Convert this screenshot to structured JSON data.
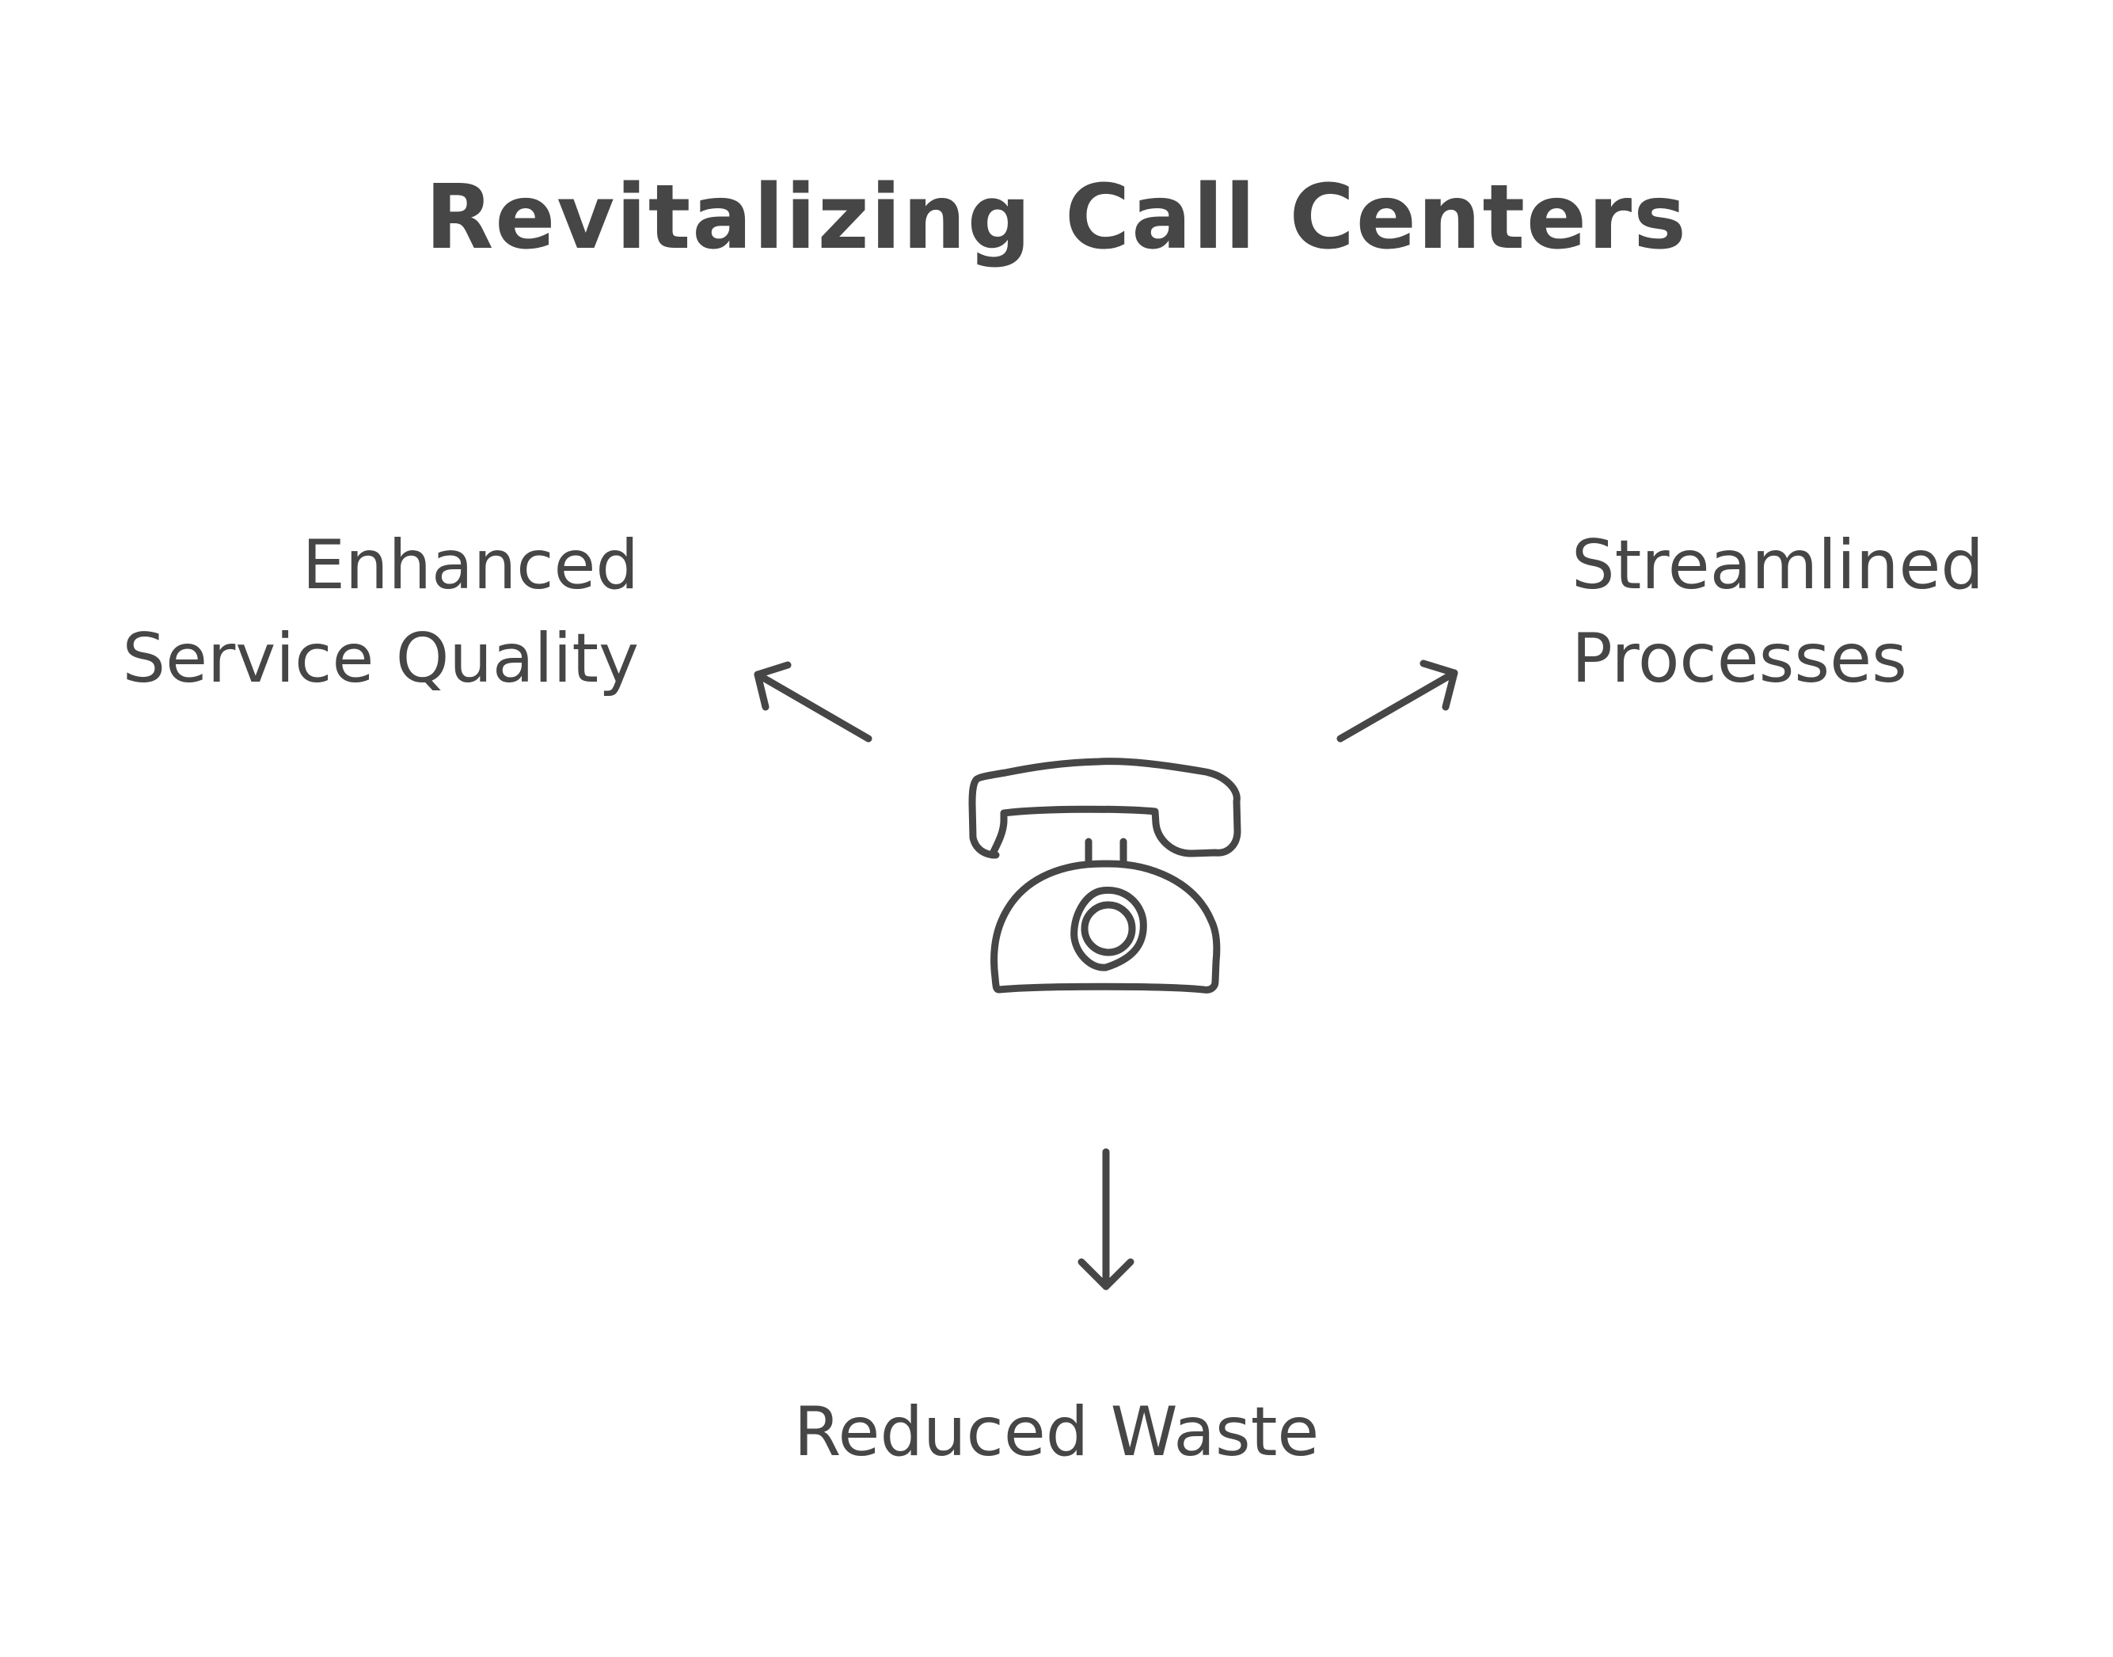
{
  "title": "Revitalizing Call Centers",
  "center": {
    "icon": "telephone-icon"
  },
  "branches": [
    {
      "lines": [
        "Enhanced",
        "Service Quality"
      ],
      "direction": "up-left"
    },
    {
      "lines": [
        "Streamlined",
        "Processes"
      ],
      "direction": "up-right"
    },
    {
      "lines": [
        "Reduced Waste"
      ],
      "direction": "down"
    }
  ],
  "colors": {
    "ink": "#464646",
    "background": "#ffffff"
  }
}
